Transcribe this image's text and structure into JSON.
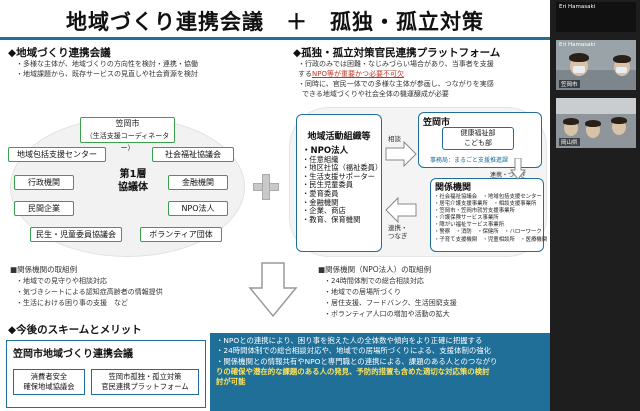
{
  "slide": {
    "title": "地域づくり連携会議　＋　孤独・孤立対策",
    "left_section": {
      "heading": "◆地域づくり連携会議",
      "bullets": [
        "・多様な主体が、地域づくりの方向性を検討・連携・協働",
        "・地域課題から、既存サービスの見直しや社会資源を検討"
      ]
    },
    "right_section": {
      "heading": "◆孤独・孤立対策官民連携プラットフォーム",
      "bullets": [
        "・行政のみでは困難・なじみづらい場合があり、当事者を支援",
        "する",
        "NPO等が重要かつ必要不可欠",
        "・同時に、官民一体での多様な主体が参画し、つながりを実感",
        "できる地域づくりや社会全体の機運醸成が必要"
      ]
    },
    "left_diagram": {
      "city_line1": "笠岡市",
      "city_line2": "（生活支援コーディネーター）",
      "center_line1": "第1層",
      "center_line2": "協議体",
      "boxes": [
        "地域包括支援センター",
        "社会福祉協議会",
        "行政機関",
        "金融機関",
        "民間企業",
        "NPO法人",
        "民生・児童委員協議会",
        "ボランティア団体"
      ]
    },
    "right_diagram": {
      "org_title": "地域活動組織等",
      "org_items": [
        "・NPO法人",
        "・任意組織",
        "・地区社協（福祉委員）",
        "・生活支援サポーター",
        "・民生児童委員",
        "・愛育委員",
        "・金融機関",
        "・企業、商店",
        "・教育、保育機関"
      ],
      "city_title": "笠岡市",
      "city_dept_line1": "健康福祉部",
      "city_dept_line2": "こども部",
      "secretariat": "事務局：まるごと支援推進課",
      "link_label": "連携・つなぎ",
      "agencies_title": "関係機関",
      "agencies_items": [
        "・社会福祉協議会　・地域包括支援センター",
        "・居宅介護支援事業所　・相談支援事業所",
        "・笠岡市・笠岡市就労支援事業所",
        "・介護保険サービス事業所",
        "・障がい福祉サービス事業所",
        "・警察　・消防　・保健所　・ハローワーク",
        "・子育て支援機関　・児童相談所　・医療機関"
      ],
      "arrow_top": "相談",
      "arrow_bottom_line1": "連携・",
      "arrow_bottom_line2": "つなぎ"
    },
    "left_bottom": {
      "heading": "■関係機関の取組例",
      "items": [
        "・地域での見守りや相談対応",
        "・気づきシートによる認知症高齢者の情報提供",
        "・生活における困り事の支援　など"
      ]
    },
    "right_bottom": {
      "heading": "■関係機関（NPO法人）の取組例",
      "items": [
        "・24時間体制での総合相談対応",
        "・地域での居場所づくり",
        "・居住支援、フードバンク、生活困窮支援",
        "・ボランティア人口の増加や活動の拡大"
      ]
    },
    "future": {
      "heading": "◆今後のスキームとメリット",
      "box_title": "笠岡市地域づくり連携会議",
      "sub1_line1": "消費者安全",
      "sub1_line2": "確保地域協議会",
      "sub2_line1": "笠岡市孤独・孤立対策",
      "sub2_line2": "官民連携プラットフォーム"
    },
    "merits": [
      "・NPOとの連携により、困り事を抱えた人の全体数や傾向をより正確に把握する",
      "・24時間体制での総合相談対応や、地域での居場所づくりによる、支援体制の強化",
      "・関係機関との情報共有やNPOと専門職との連携による、課題のある人とのつながり",
      "りの確保や潜在的な課題のある人の発見、予防的措置も含めた適切な対応策の検討",
      "討が可能"
    ]
  },
  "participants": [
    {
      "name": "Eri Hamasaki",
      "label": ""
    },
    {
      "name": "Eri Hamasaki",
      "label": "笠岡市"
    },
    {
      "name": "",
      "label": "岡山県"
    }
  ],
  "colors": {
    "accent": "#1f6f99",
    "green": "#3aa04a",
    "highlight": "#ffe45c"
  }
}
